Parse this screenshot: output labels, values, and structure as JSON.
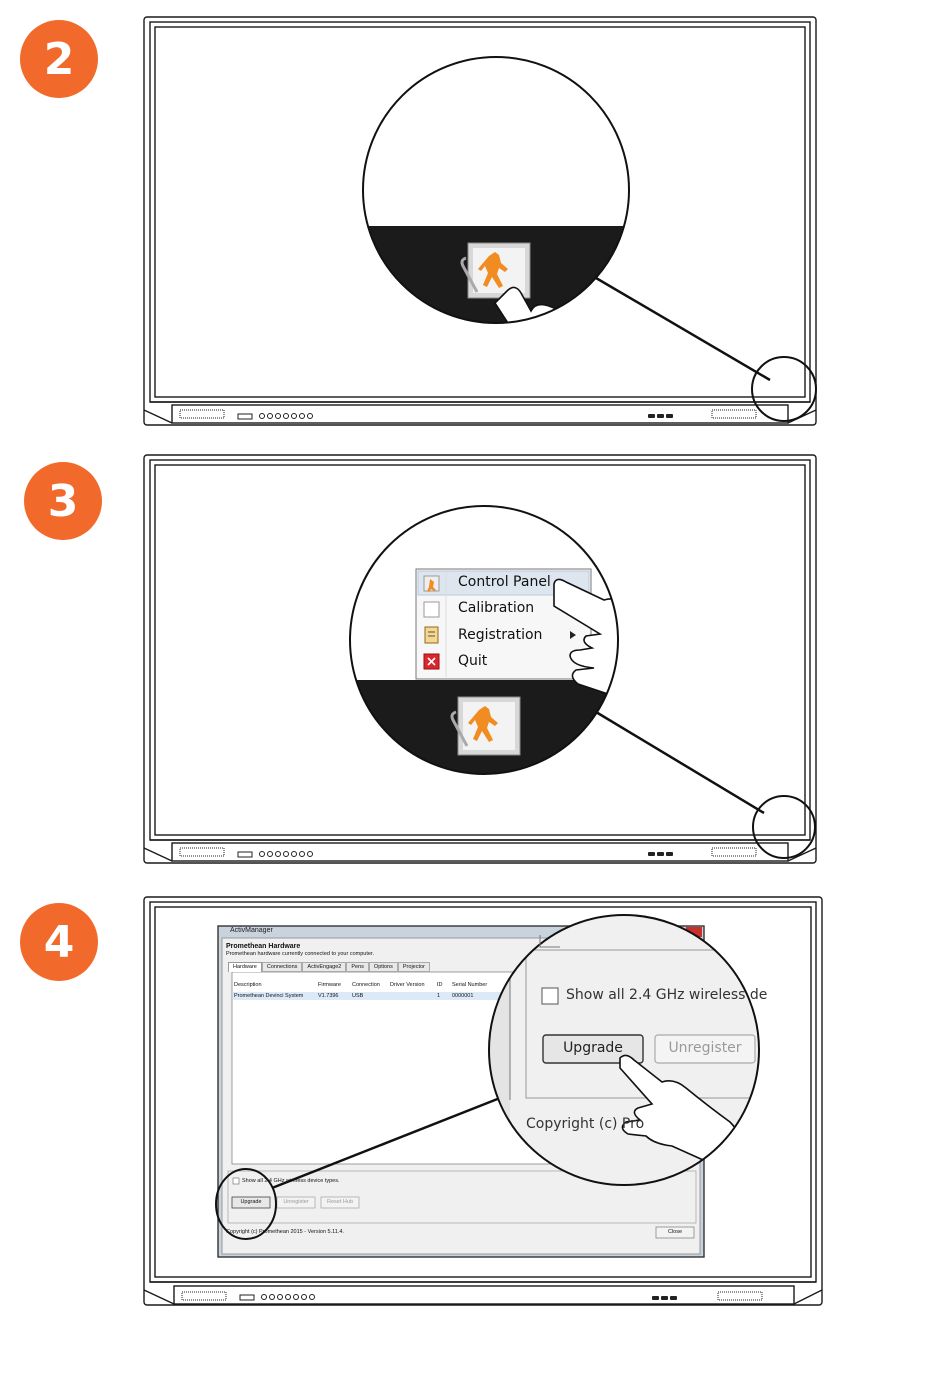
{
  "steps": [
    "2",
    "3",
    "4"
  ],
  "step3_menu": {
    "items": [
      {
        "label": "Control Panel",
        "icon": "activmanager-icon",
        "arrow": false
      },
      {
        "label": "Calibration",
        "icon": "calibration-icon",
        "arrow": true
      },
      {
        "label": "Registration",
        "icon": "registration-icon",
        "arrow": true
      },
      {
        "label": "Quit",
        "icon": "quit-icon",
        "arrow": false
      }
    ]
  },
  "step4_window": {
    "title": "ActivManager",
    "heading": "Promethean Hardware",
    "subheading": "Promethean hardware currently connected to your computer.",
    "tabs": [
      "Hardware",
      "Connections",
      "ActivEngage2",
      "Pens",
      "Options",
      "Projector"
    ],
    "columns": [
      "Description",
      "Firmware",
      "Connection",
      "Driver Version",
      "ID",
      "Serial Number"
    ],
    "row": [
      "Promethean Devinci System",
      "V1.7396",
      "USB",
      "",
      "1",
      "0000001"
    ],
    "checkbox_label": "Show all 2.4 GHz wireless device types.",
    "buttons": {
      "upgrade": "Upgrade",
      "unregister": "Unregister",
      "reset": "Reset Hub"
    },
    "copyright": "Copyright (c) Promethean 2015 - Version 5.11.4.",
    "close": "Close"
  },
  "step4_zoom": {
    "checkbox_label": "Show all 2.4 GHz wireless de",
    "upgrade": "Upgrade",
    "unregister": "Unregister",
    "copyright": "Copyright (c) Pro"
  },
  "colors": {
    "badge": "#f26a2b",
    "board_outline": "#1a1a1a",
    "icon_orange": "#f08c22"
  }
}
